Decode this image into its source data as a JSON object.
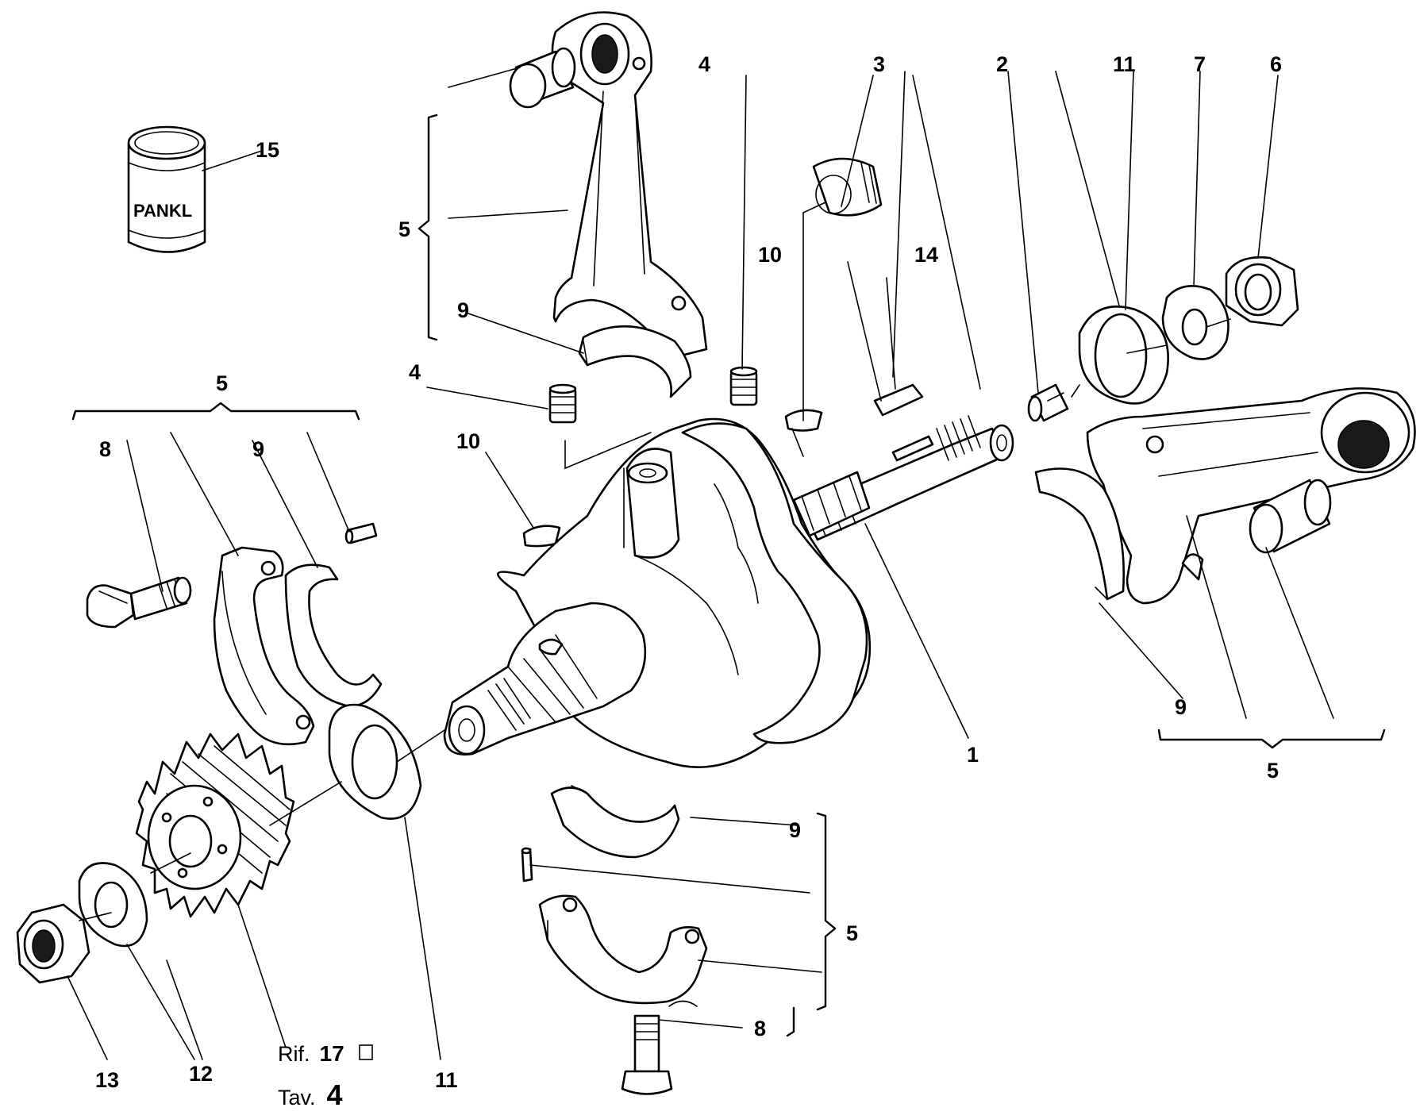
{
  "diagram": {
    "type": "exploded-parts-diagram",
    "callouts": {
      "c1": "1",
      "c2": "2",
      "c3": "3",
      "c4a": "4",
      "c4b": "4",
      "c5_upper_rod": "5",
      "c5_left_cap": "5",
      "c5_right_rod": "5",
      "c5_lower_cap": "5",
      "c6": "6",
      "c7": "7",
      "c8_left": "8",
      "c8_bottom": "8",
      "c9_upper": "9",
      "c9_left": "9",
      "c9_right": "9",
      "c9_lower": "9",
      "c10_left": "10",
      "c10_right": "10",
      "c11_top": "11",
      "c11_bottom": "11",
      "c12": "12",
      "c13": "13",
      "c14": "14",
      "c15": "15"
    },
    "product_label": "PANKL",
    "reference": {
      "rif_label": "Rif.",
      "rif_value": "17",
      "tav_label": "Tav.",
      "tav_value": "4"
    }
  }
}
